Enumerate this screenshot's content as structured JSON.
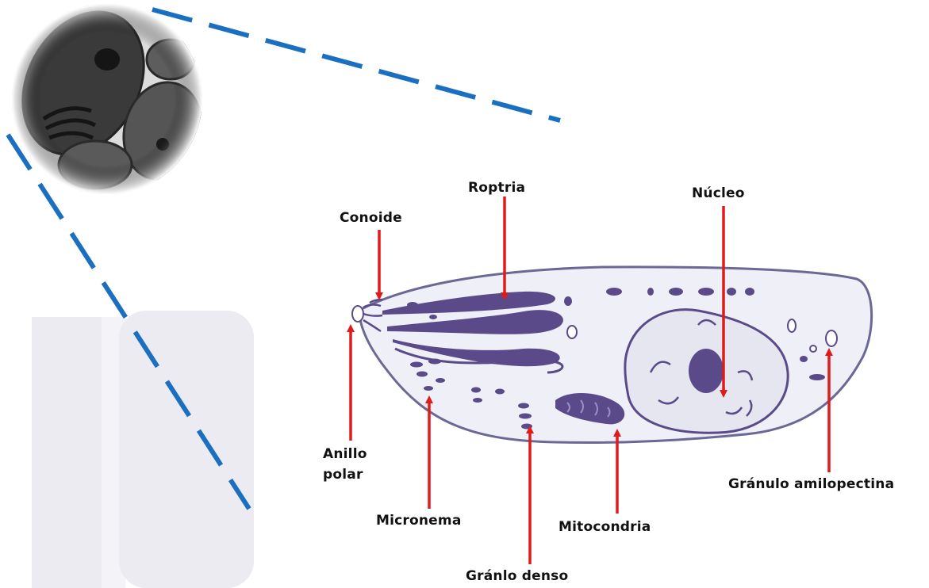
{
  "diagram": {
    "labels": {
      "roptria": "Roptria",
      "conoide": "Conoide",
      "nucleo": "Núcleo",
      "anillo_line1": "Anillo",
      "anillo_line2": "polar",
      "micronema": "Micronema",
      "mitocondria": "Mitocondria",
      "granulo_amilopectina": "Gránulo amilopectina",
      "granulo_denso": "Gránlo denso"
    },
    "colors": {
      "arrow": "#e01b1b",
      "organelle": "#5b4a8a",
      "cell_fill": "#eeeef6",
      "cell_outline": "#6b6896",
      "dashed_line": "#1a6fc0",
      "bg_panel": "#eaeaf0"
    },
    "icons": {
      "micrograph": "cell-micrograph-image"
    }
  }
}
